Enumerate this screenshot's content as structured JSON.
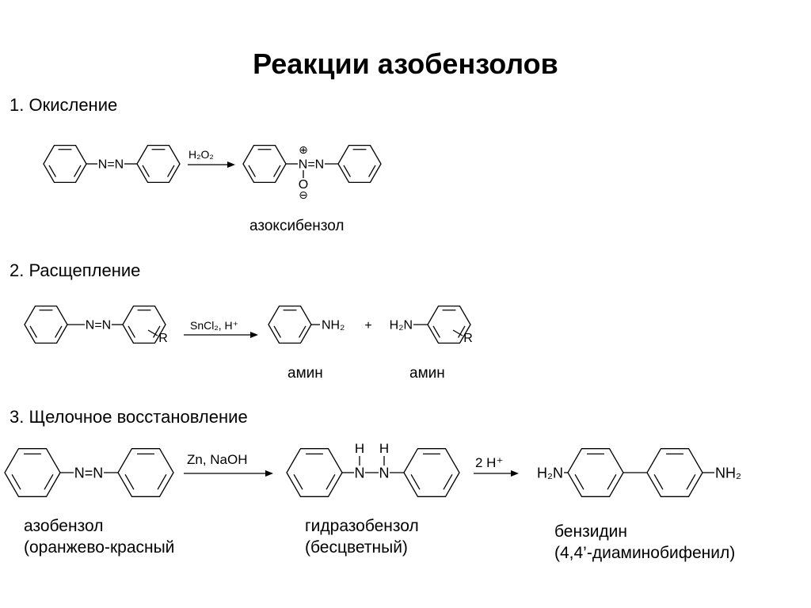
{
  "title": "Реакции азобензолов",
  "oxidation": {
    "heading": "1. Окисление",
    "reactant_azo": "N=N",
    "reagent": "H₂O₂",
    "product_azo": "N=N",
    "charge_plus": "⊕",
    "oxygen": "O",
    "charge_minus": "⊖",
    "product_name": "азоксибензол"
  },
  "cleavage": {
    "heading": "2. Расщепление",
    "reactant_azo": "N=N",
    "reactant_substituent": "R",
    "reagent": "SnCl₂, H⁺",
    "product1_group": "NH₂",
    "product1_name": "амин",
    "plus": "+",
    "product2_group": "H₂N",
    "product2_substituent": "R",
    "product2_name": "амин"
  },
  "reduction": {
    "heading": "3. Щелочное восстановление",
    "reactant_azo": "N=N",
    "reactant_name": "азобензол",
    "reactant_note": "(оранжево-красный",
    "reagent": "Zn, NaOH",
    "intermediate_n_left": "N",
    "intermediate_n_right": "N",
    "intermediate_h_left": "H",
    "intermediate_h_right": "H",
    "intermediate_name": "гидразобензол",
    "intermediate_note": "(бесцветный)",
    "reagent2": "2 H⁺",
    "product_group_left": "H₂N",
    "product_group_right": "NH₂",
    "product_name": "бензидин",
    "product_note": "(4,4’-диаминобифенил)"
  }
}
